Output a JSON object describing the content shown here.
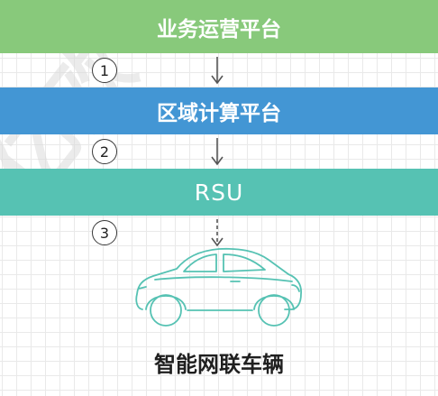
{
  "watermark": {
    "text": "亿欧"
  },
  "bands": {
    "business": "业务运营平台",
    "regional": "区域计算平台",
    "rsu": "RSU"
  },
  "steps": [
    "1",
    "2",
    "3"
  ],
  "vehicle": {
    "label": "智能网联车辆",
    "icon": "car-icon"
  },
  "colors": {
    "business": "#88c97b",
    "regional": "#4396d4",
    "rsu": "#56c2b3",
    "car_outline": "#56c2b3"
  }
}
